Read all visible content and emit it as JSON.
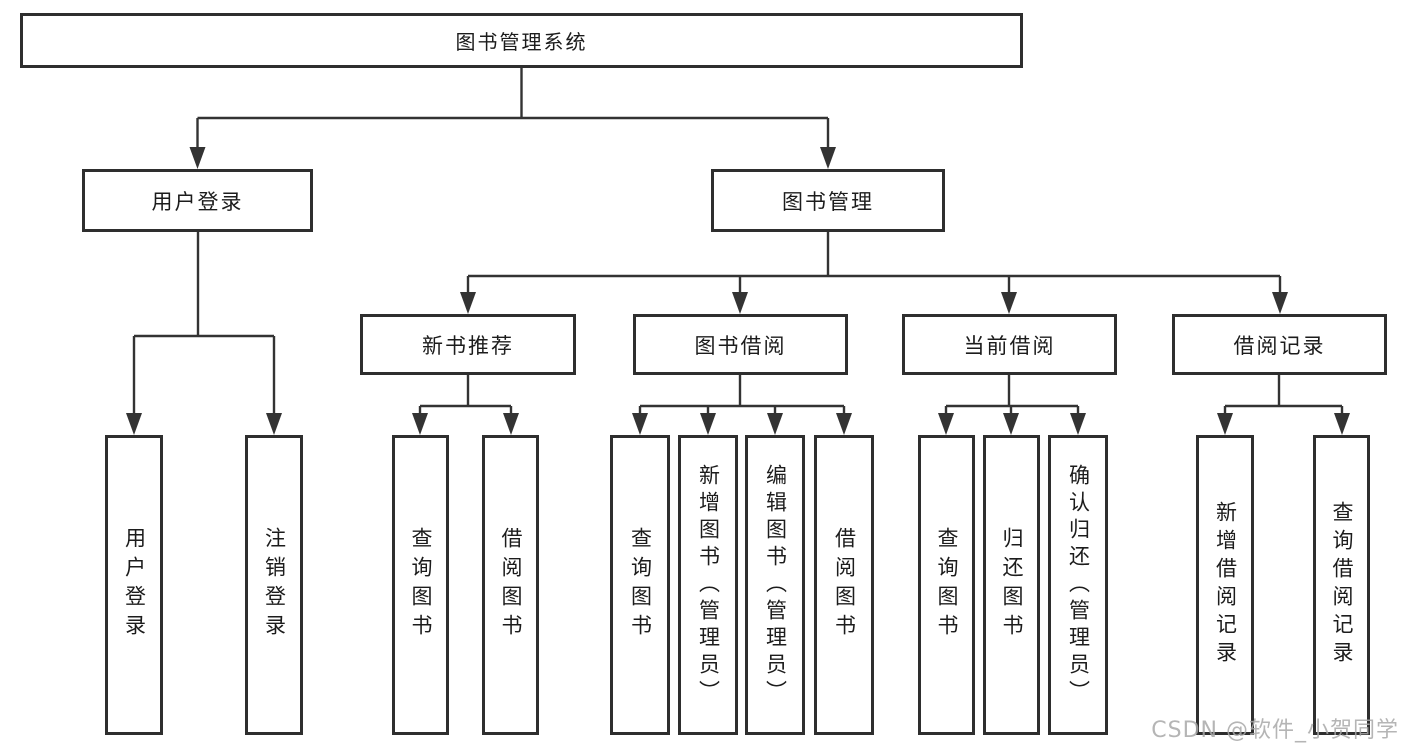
{
  "tree": {
    "label": "图书管理系统",
    "children": [
      {
        "label": "用户登录",
        "children": [
          {
            "label": "用户登录"
          },
          {
            "label": "注销登录"
          }
        ]
      },
      {
        "label": "图书管理",
        "children": [
          {
            "label": "新书推荐",
            "children": [
              {
                "label": "查询图书"
              },
              {
                "label": "借阅图书"
              }
            ]
          },
          {
            "label": "图书借阅",
            "children": [
              {
                "label": "查询图书"
              },
              {
                "label": "新增图书（管理员）"
              },
              {
                "label": "编辑图书（管理员）"
              },
              {
                "label": "借阅图书"
              }
            ]
          },
          {
            "label": "当前借阅",
            "children": [
              {
                "label": "查询图书"
              },
              {
                "label": "归还图书"
              },
              {
                "label": "确认归还（管理员）"
              }
            ]
          },
          {
            "label": "借阅记录",
            "children": [
              {
                "label": "新增借阅记录"
              },
              {
                "label": "查询借阅记录"
              }
            ]
          }
        ]
      }
    ]
  },
  "watermark": {
    "text": "CSDN @软件_小贺同学"
  },
  "colors": {
    "line": "#333333",
    "box_border": "#2e2e2e",
    "text": "#1c1c1c",
    "watermark": "#a8a8a8",
    "background": "#ffffff"
  }
}
